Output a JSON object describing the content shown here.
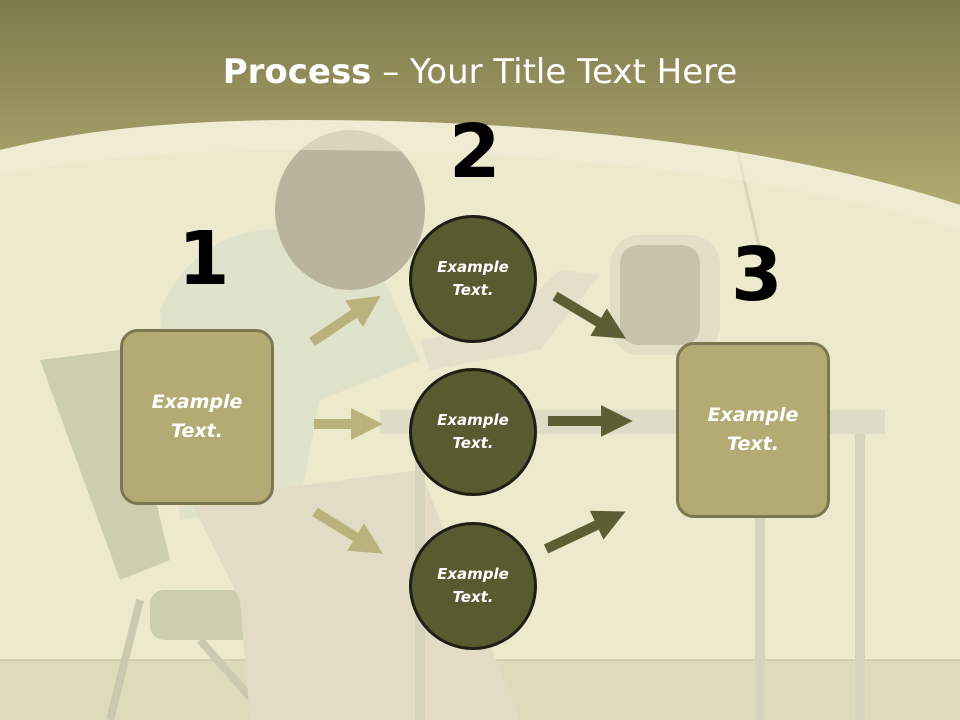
{
  "slide": {
    "title_bold": "Process",
    "title_rest": " – Your Title Text Here",
    "step_numbers": [
      "1",
      "2",
      "3"
    ],
    "left_box_label": "Example\nText.",
    "right_box_label": "Example\nText.",
    "circles": [
      {
        "label": "Example\nText."
      },
      {
        "label": "Example\nText."
      },
      {
        "label": "Example\nText."
      }
    ]
  },
  "colors": {
    "header_band": "#9c9660",
    "background": "#e9e6c8",
    "box_fill": "#b3aa74",
    "circle_fill": "#585a30",
    "arrow_light": "#b9b27d",
    "arrow_dark": "#5d5e33"
  }
}
